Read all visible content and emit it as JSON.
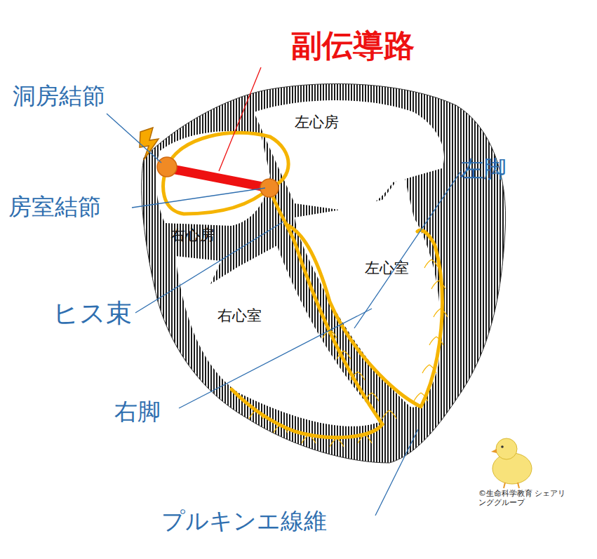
{
  "diagram": {
    "labels": [
      "副伝導路",
      "洞房結節",
      "左心房",
      "左脚",
      "房室結節",
      "右心房",
      "ヒス束",
      "左心室",
      "右心室",
      "右脚",
      "プルキンエ線維",
      "©生命科学教育 シェアリンググループ"
    ]
  }
}
